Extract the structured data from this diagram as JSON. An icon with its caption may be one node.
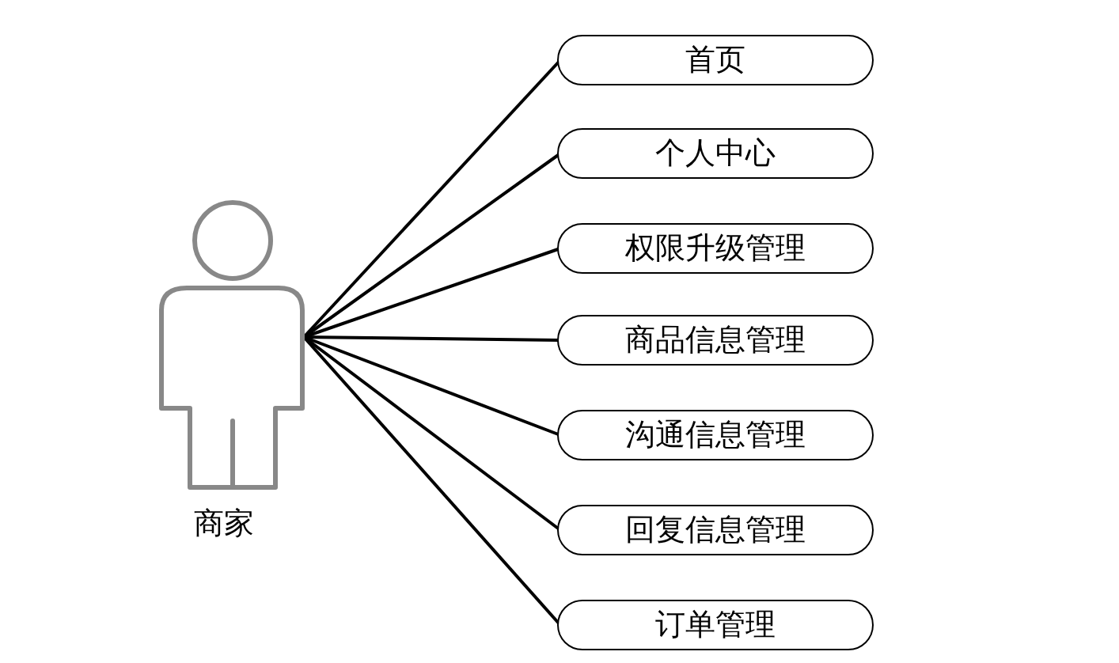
{
  "diagram": {
    "nodes": [
      {
        "text": [],
        "shape": "person",
        "beside": [
          "商家"
        ]
      },
      {
        "text": [
          "首页"
        ]
      },
      {
        "text": [
          "个人中心"
        ]
      },
      {
        "text": [
          "权限升级管理"
        ]
      },
      {
        "text": [
          "商品信息管理"
        ]
      },
      {
        "text": [
          "沟通信息管理"
        ]
      },
      {
        "text": [
          "回复信息管理"
        ]
      },
      {
        "text": [
          "订单管理"
        ]
      }
    ],
    "edges": [
      {
        "from": 0,
        "to": 1,
        "arrow": "none"
      },
      {
        "from": 0,
        "to": 2,
        "arrow": "none"
      },
      {
        "from": 0,
        "to": 3,
        "arrow": "none"
      },
      {
        "from": 0,
        "to": 4,
        "arrow": "none"
      },
      {
        "from": 0,
        "to": 5,
        "arrow": "none"
      },
      {
        "from": 0,
        "to": 6,
        "arrow": "none"
      },
      {
        "from": 0,
        "to": 7,
        "arrow": "none"
      }
    ]
  }
}
